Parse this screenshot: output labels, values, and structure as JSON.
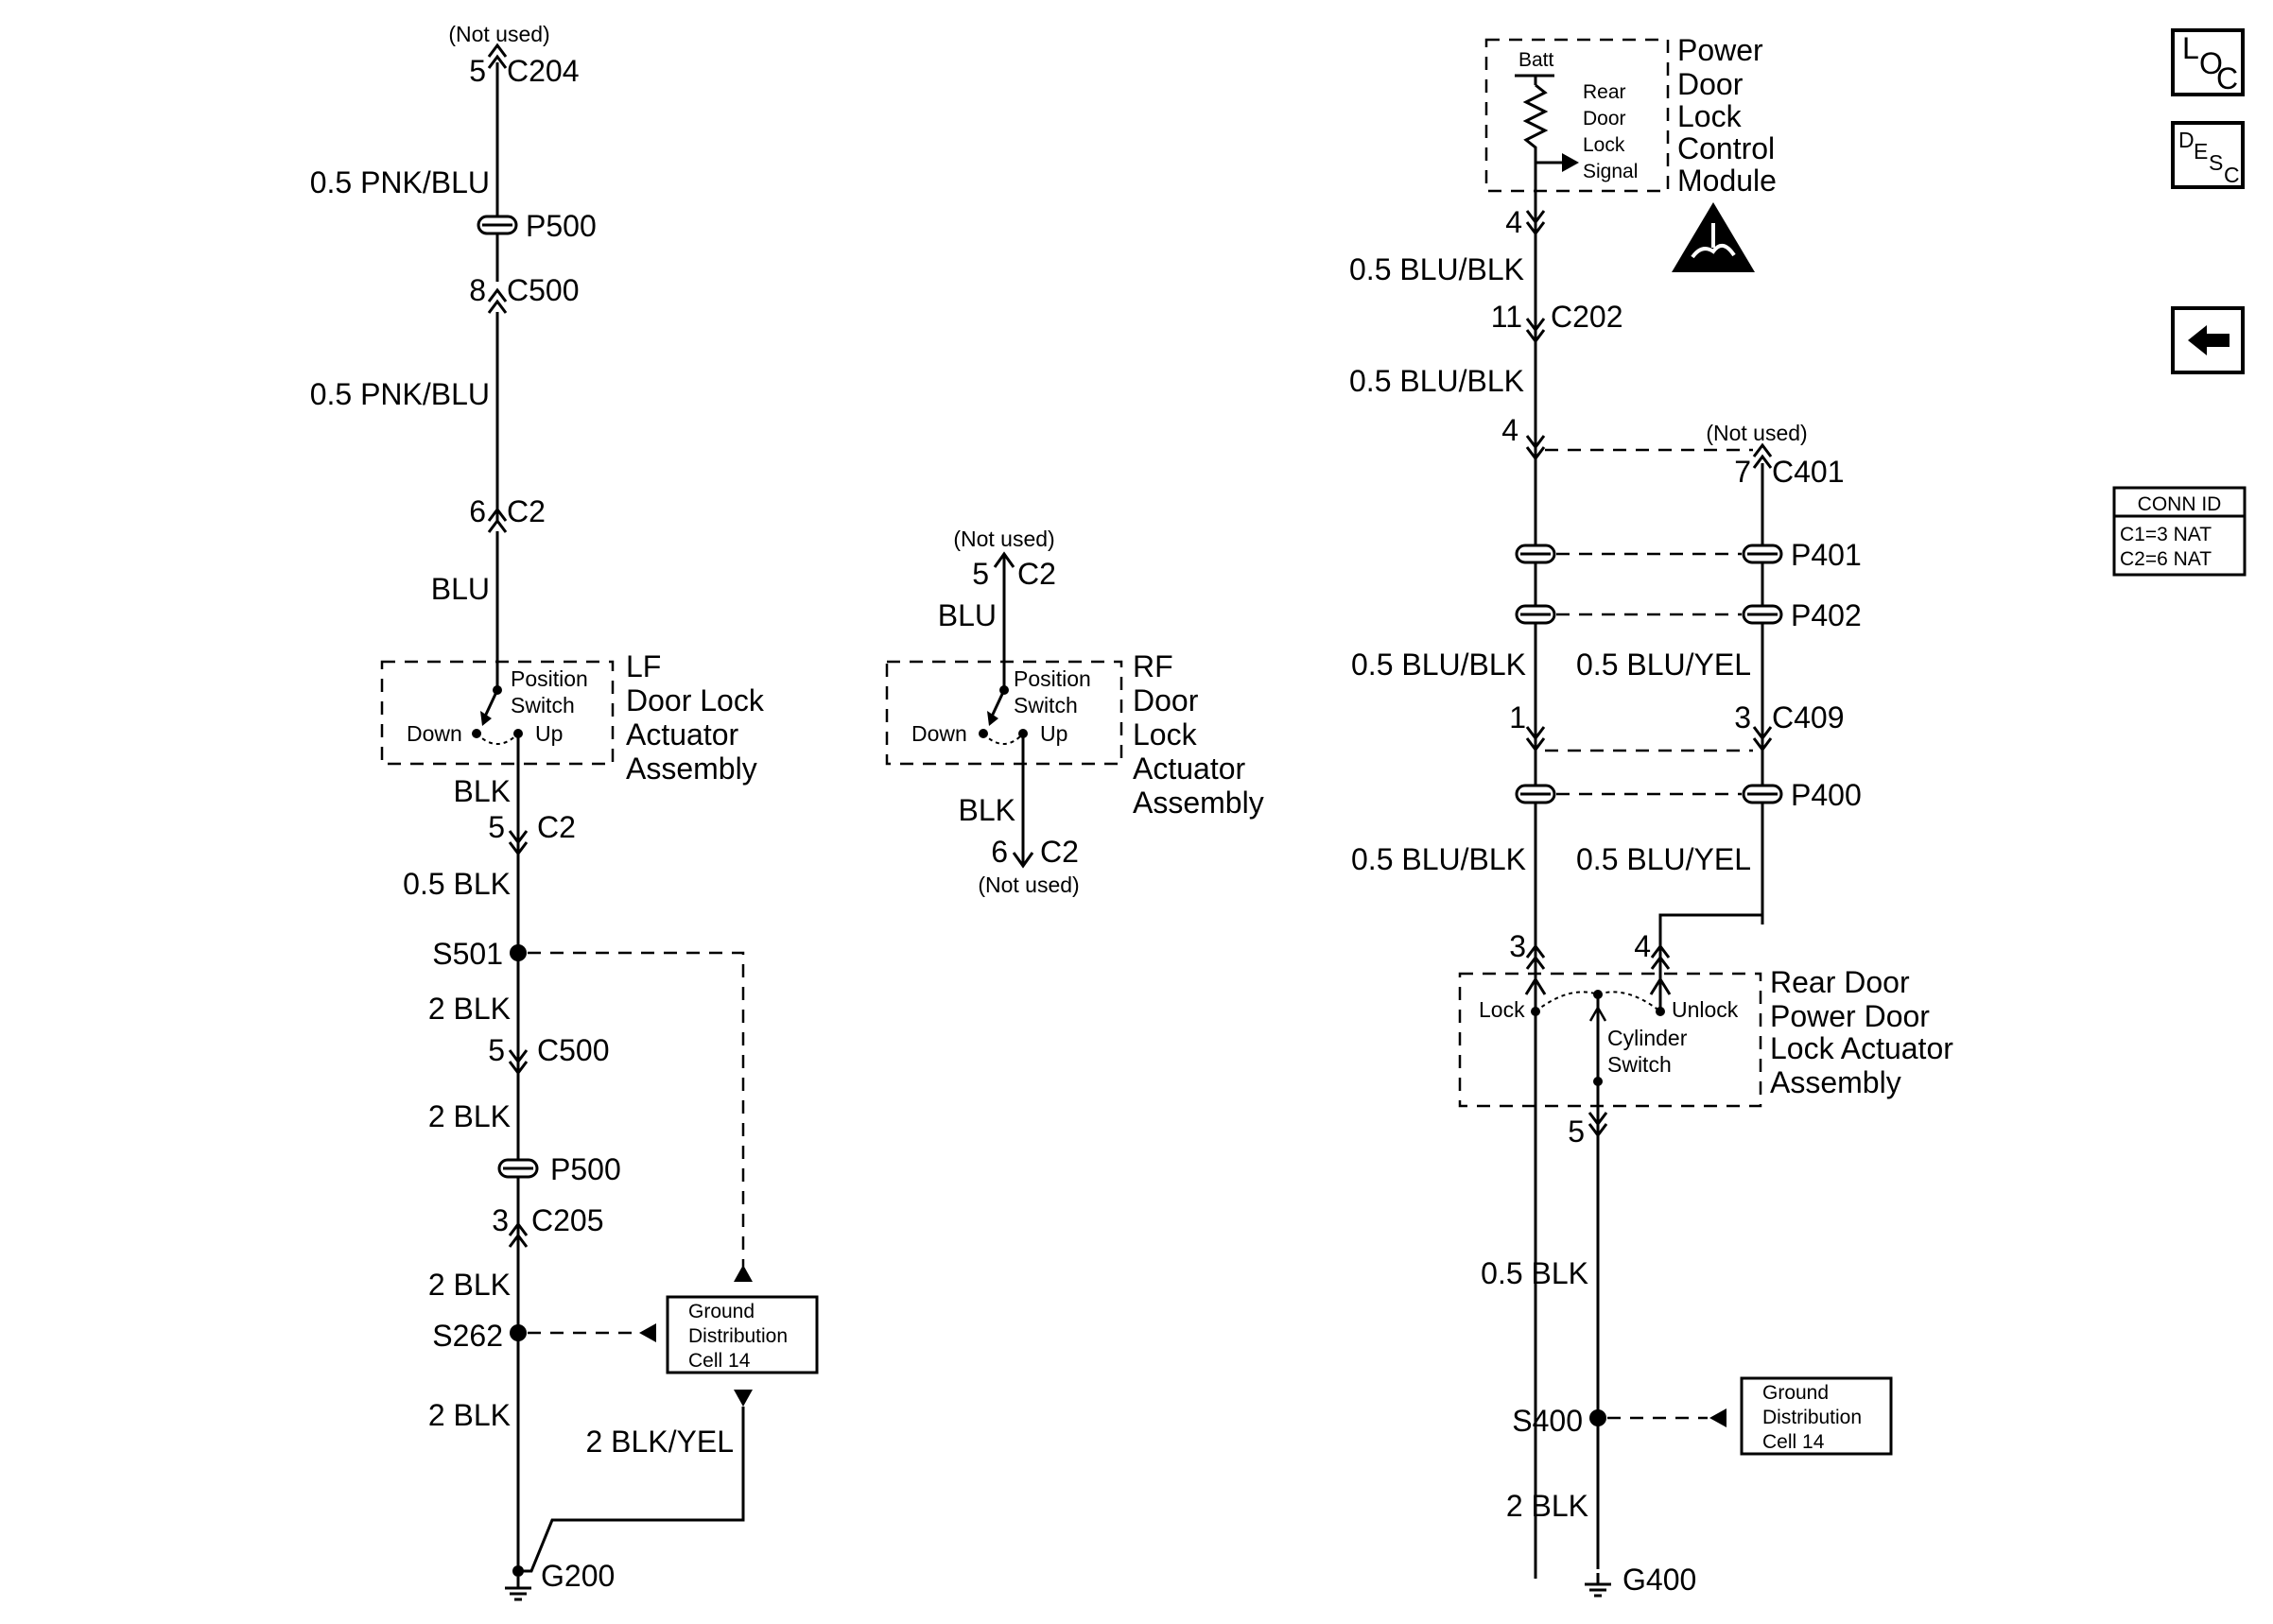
{
  "nav": {
    "loc": {
      "a": "L",
      "b": "O",
      "c": "C"
    },
    "desc": {
      "a": "D",
      "b": "E",
      "c": "S",
      "d": "C"
    },
    "back": "back-arrow-icon"
  },
  "conn_id": {
    "title": "CONN ID",
    "c1": "C1=3 NAT",
    "c2": "C2=6 NAT"
  },
  "lf": {
    "not_used_top": "(Not used)",
    "c204_pin": "5",
    "c204": "C204",
    "w1": "0.5 PNK/BLU",
    "p500_top": "P500",
    "c500_pin": "8",
    "c500": "C500",
    "w2": "0.5 PNK/BLU",
    "c2_pin": "6",
    "c2": "C2",
    "w3": "BLU",
    "switch": {
      "pos1": "Position",
      "pos2": "Switch",
      "down": "Down",
      "up": "Up"
    },
    "name": [
      "LF",
      "Door Lock",
      "Actuator",
      "Assembly"
    ],
    "w4": "BLK",
    "c2b_pin": "5",
    "c2b": "C2",
    "w5": "0.5 BLK",
    "s501": "S501",
    "w6": "2 BLK",
    "c500b_pin": "5",
    "c500b": "C500",
    "w7": "2 BLK",
    "p500_bot": "P500",
    "c205_pin": "3",
    "c205": "C205",
    "w8": "2 BLK",
    "s262": "S262",
    "w9": "2 BLK",
    "w10": "2 BLK/YEL",
    "ground_box": [
      "Ground",
      "Distribution",
      "Cell 14"
    ],
    "g200": "G200"
  },
  "rf": {
    "not_used_top": "(Not used)",
    "c2_pin": "5",
    "c2": "C2",
    "w1": "BLU",
    "switch": {
      "pos1": "Position",
      "pos2": "Switch",
      "down": "Down",
      "up": "Up"
    },
    "name": [
      "RF",
      "Door",
      "Lock",
      "Actuator",
      "Assembly"
    ],
    "w2": "BLK",
    "c2b_pin": "6",
    "c2b": "C2",
    "not_used_bot": "(Not used)"
  },
  "rear": {
    "module": {
      "batt": "Batt",
      "sig": [
        "Rear",
        "Door",
        "Lock",
        "Signal"
      ],
      "name": [
        "Power",
        "Door",
        "Lock",
        "Control",
        "Module"
      ]
    },
    "esd_icon": "esd-warning-icon",
    "m_pin": "4",
    "w1": "0.5 BLU/BLK",
    "c202_pin": "11",
    "c202": "C202",
    "w2": "0.5 BLU/BLK",
    "c401_pin_l": "4",
    "c401_not_used": "(Not used)",
    "c401_pin_r": "7",
    "c401": "C401",
    "p401": "P401",
    "p402": "P402",
    "w3_l": "0.5 BLU/BLK",
    "w3_r": "0.5 BLU/YEL",
    "c409_pin_l": "1",
    "c409_pin_r": "3",
    "c409": "C409",
    "p400": "P400",
    "w4_l": "0.5 BLU/BLK",
    "w4_r": "0.5 BLU/YEL",
    "a_pin_l": "3",
    "a_pin_r": "4",
    "switch": {
      "lock": "Lock",
      "unlock": "Unlock",
      "cyl1": "Cylinder",
      "cyl2": "Switch"
    },
    "name": [
      "Rear Door",
      "Power Door",
      "Lock Actuator",
      "Assembly"
    ],
    "a_pin_b": "5",
    "w5": "0.5 BLK",
    "s400": "S400",
    "ground_box": [
      "Ground",
      "Distribution",
      "Cell 14"
    ],
    "w6": "2 BLK",
    "g400": "G400"
  }
}
